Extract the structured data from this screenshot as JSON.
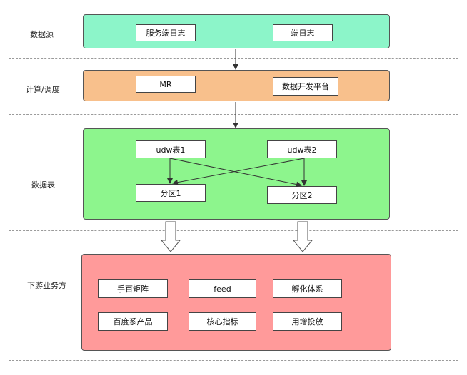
{
  "rows": [
    {
      "label": "数据源"
    },
    {
      "label": "计算/调度"
    },
    {
      "label": "数据表"
    },
    {
      "label": "下游业务方"
    }
  ],
  "source": {
    "boxes": [
      "服务端日志",
      "端日志"
    ]
  },
  "compute": {
    "boxes": [
      "MR",
      "数据开发平台"
    ]
  },
  "tables": {
    "udw": [
      "udw表1",
      "udw表2"
    ],
    "partitions": [
      "分区1",
      "分区2"
    ]
  },
  "downstream": {
    "boxes": [
      "手百矩阵",
      "feed",
      "孵化体系",
      "百度系产品",
      "核心指标",
      "用增投放"
    ]
  },
  "colors": {
    "source_fill": "#8cf5c9",
    "compute_fill": "#f8c08c",
    "tables_fill": "#8df58d",
    "downstream_fill": "#ff9a9a"
  }
}
